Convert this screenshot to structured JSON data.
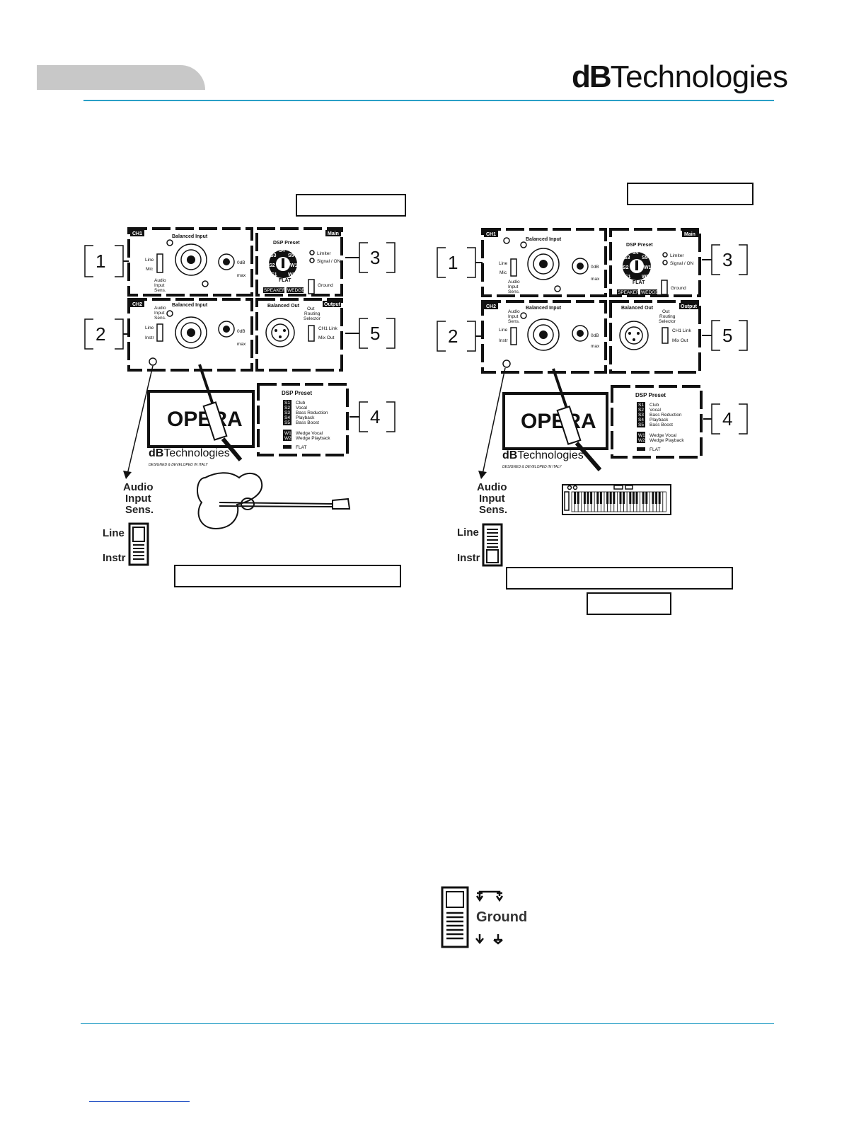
{
  "header": {
    "logo_bold": "dB",
    "logo_rest": "Technologies"
  },
  "panel": {
    "ch1": "CH1",
    "ch2": "CH2",
    "main": "Main",
    "output": "Output",
    "balanced_input": "Balanced Input",
    "balanced_out": "Balanced Out",
    "line": "Line",
    "mic": "Mic",
    "instr": "Instr",
    "audio": "Audio",
    "input": "Input",
    "sens": "Sens.",
    "odb": "0dB",
    "max": "max",
    "dsp_preset": "DSP Preset",
    "limiter": "Limiter",
    "signal_on": "Signal / ON",
    "flat": "FLAT",
    "speaker": "SPEAKER",
    "wedge": "WEDGE",
    "ground": "Ground",
    "out_routing_1": "Out",
    "out_routing_2": "Routing",
    "out_routing_3": "Selector",
    "ch1_link": "CH1 Link",
    "mix_out": "Mix Out",
    "s1": "S1",
    "s2": "S2",
    "s3": "S3",
    "s4": "S4",
    "s5": "S5",
    "w1": "W1",
    "w2": "W2",
    "legend_s1": "Club",
    "legend_s2": "Vocal",
    "legend_s3": "Bass Reduction",
    "legend_s4": "Playback",
    "legend_s5": "Bass Boost",
    "legend_w1": "Wedge Vocal",
    "legend_w2": "Wedge Playback",
    "legend_flat": "FLAT",
    "opera": "OPERA",
    "brand_bold": "dB",
    "brand_rest": "Technologies",
    "designed": "DESIGNED & DEVELOPED IN ITALY"
  },
  "callouts": [
    "1",
    "2",
    "3",
    "4",
    "5"
  ],
  "detail": {
    "audio": "Audio",
    "input": "Input",
    "sens": "Sens.",
    "line": "Line",
    "instr": "Instr"
  },
  "ground_detail": {
    "label": "Ground"
  }
}
